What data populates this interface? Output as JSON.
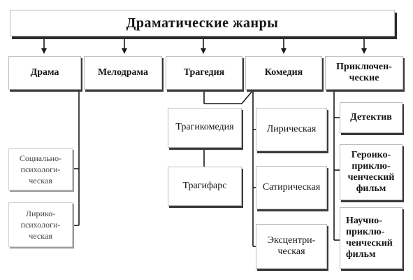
{
  "title": "Драматические жанры",
  "categories": [
    "Драма",
    "Мелодрама",
    "Трагедия",
    "Комедия",
    "Приключен-\nческие"
  ],
  "drama_subtypes": [
    "Социально-\nпсихологи-\nческая",
    "Лирико-\nпсихологи-\nческая"
  ],
  "tragedy_subtypes": [
    "Трагикомедия",
    "Трагифарс"
  ],
  "comedy_subtypes": [
    "Лирическая",
    "Сатирическая",
    "Эксцентри-\nческая"
  ],
  "adventure_subtypes": [
    "Детектив",
    "Героико-\nприклю-\nченческий\nфильм",
    "Научно-\nприклю-\nченческий\nфильм"
  ]
}
